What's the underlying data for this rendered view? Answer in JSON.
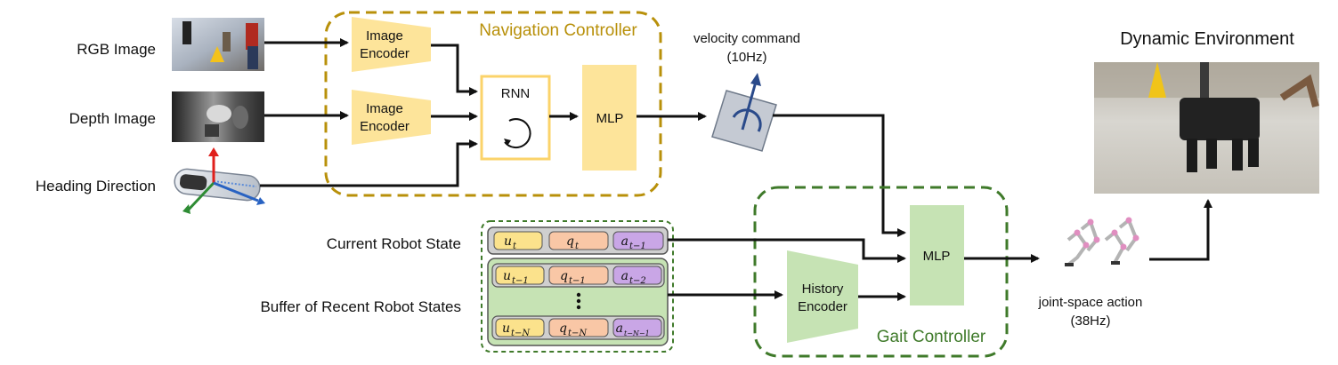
{
  "inputs": {
    "rgb": "RGB Image",
    "depth": "Depth Image",
    "heading": "Heading Direction",
    "current_state": "Current Robot State",
    "buffer": "Buffer of Recent Robot States"
  },
  "navigation": {
    "title": "Navigation Controller",
    "encoder_line1": "Image",
    "encoder_line2": "Encoder",
    "rnn": "RNN",
    "mlp": "MLP"
  },
  "velocity": {
    "line1": "velocity command",
    "line2": "(10Hz)"
  },
  "gait": {
    "title": "Gait Controller",
    "history_line1": "History",
    "history_line2": "Encoder",
    "mlp": "MLP"
  },
  "action": {
    "line1": "joint-space action",
    "line2": "(38Hz)"
  },
  "environment": {
    "title": "Dynamic Environment"
  },
  "state_rows": [
    {
      "u": "u",
      "u_sub": "t",
      "q": "q",
      "q_sub": "t",
      "a": "a",
      "a_sub": "t−1"
    },
    {
      "u": "u",
      "u_sub": "t−1",
      "q": "q",
      "q_sub": "t−1",
      "a": "a",
      "a_sub": "t−2"
    },
    {
      "u": "u",
      "u_sub": "t−N",
      "q": "q",
      "q_sub": "t−N",
      "a": "a",
      "a_sub": "t−N−1"
    }
  ],
  "colors": {
    "nav_border": "#b8900a",
    "nav_fill": "#fde49a",
    "gait_border": "#3f7a2a",
    "gait_fill": "#c6e3b4",
    "u_fill": "#fbe28c",
    "q_fill": "#f9c7a6",
    "a_fill": "#c9a6e6"
  }
}
